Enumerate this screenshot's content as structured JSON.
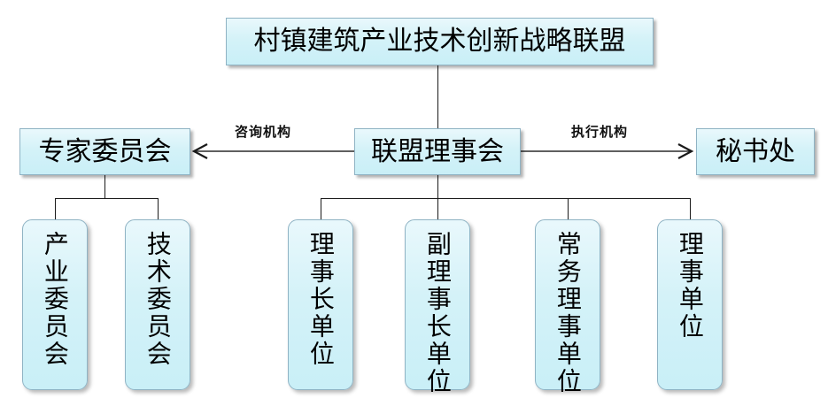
{
  "diagram": {
    "title_node": {
      "label": "村镇建筑产业技术创新战略联盟"
    },
    "level2": {
      "left": {
        "label": "专家委员会"
      },
      "center": {
        "label": "联盟理事会"
      },
      "right": {
        "label": "秘书处"
      }
    },
    "edge_labels": {
      "left": "咨询机构",
      "right": "执行机构"
    },
    "committee_children": [
      {
        "label": "产业委员会"
      },
      {
        "label": "技术委员会"
      }
    ],
    "council_children": [
      {
        "label": "理事长单位"
      },
      {
        "label": "副理事长单位"
      },
      {
        "label": "常务理事单位"
      },
      {
        "label": "理事单位"
      }
    ],
    "colors": {
      "box_fill": "#d4f2f8",
      "box_fill_light": "#e9f8fc",
      "box_border": "#8fb3c4",
      "line": "#1a1a1a",
      "text": "#000000",
      "background": "#ffffff"
    }
  }
}
